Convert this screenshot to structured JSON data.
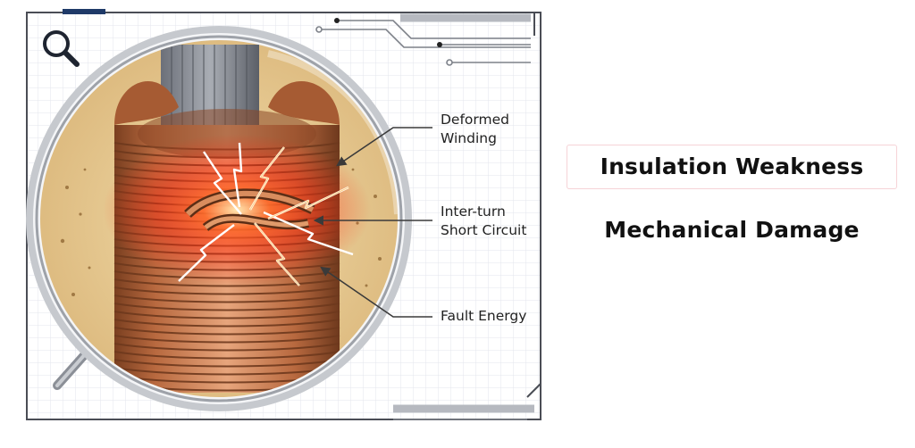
{
  "callouts": {
    "deformed_winding_line1": "Deformed",
    "deformed_winding_line2": "Winding",
    "inter_turn_line1": "Inter-turn",
    "inter_turn_line2": "Short Circuit",
    "fault_energy": "Fault Energy"
  },
  "topics": [
    {
      "label": "Insulation Weakness",
      "highlighted": true
    },
    {
      "label": "Mechanical Damage",
      "highlighted": false
    }
  ],
  "colors": {
    "copper": "#c77a4e",
    "copper_dark": "#7a3f20",
    "insulation": "#e6c98f",
    "glow": "#ff3a1a",
    "frame": "#4a4d55",
    "highlight_border": "#f6d3d7"
  },
  "icons": [
    "magnifier-icon",
    "circuit-trace-icon"
  ]
}
